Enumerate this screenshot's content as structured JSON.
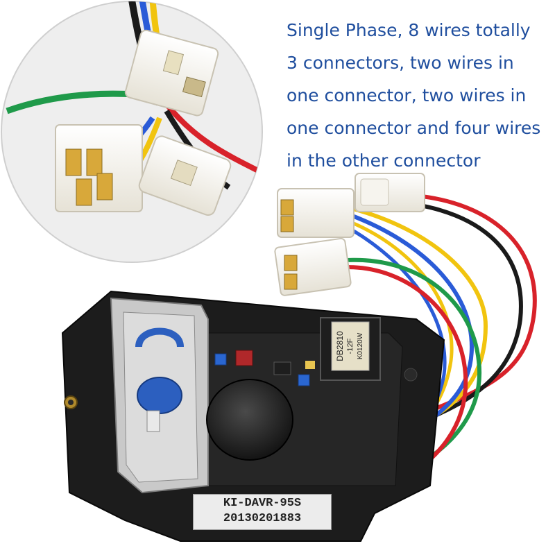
{
  "description": {
    "lines": [
      "Single Phase, 8 wires totally",
      "3 connectors, two wires in",
      "one connector, two wires in",
      "one connector and four wires",
      "in the other connector"
    ]
  },
  "product_label": {
    "model": "KI-DAVR-95S",
    "serial": "20130201883"
  },
  "transformer_label": {
    "line1": "DB2810",
    "line2": "-12F",
    "line3": "K0120W"
  },
  "colors": {
    "text_blue": "#1f4e9e",
    "housing_black": "#1c1c1c",
    "wire_red": "#d8222a",
    "wire_black": "#1a1a1a",
    "wire_yellow": "#f1c40f",
    "wire_blue": "#2a5bd7",
    "wire_green": "#1f9a4a"
  }
}
